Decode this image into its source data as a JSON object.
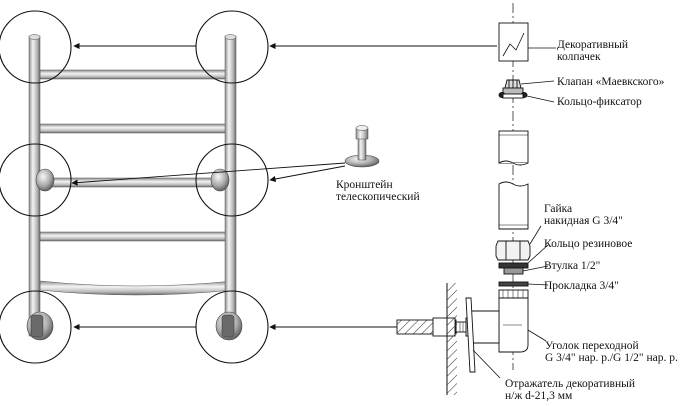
{
  "labels": {
    "cap": [
      "Декоративный",
      "колпачек"
    ],
    "valve": "Клапан «Маевкского»",
    "lock_ring": "Кольцо-фиксатор",
    "bracket": [
      "Кронштейн",
      "телескопический"
    ],
    "nut": [
      "Гайка",
      "накидная G 3/4\""
    ],
    "rubber_ring": "Кольцо резиновое",
    "sleeve": "Втулка 1/2\"",
    "gasket": "Прокладка 3/4\"",
    "elbow": [
      "Уголок переходной",
      "G 3/4\" нар. р./G 1/2\" нар. р."
    ],
    "reflector": [
      "Отражатель декоративный",
      "н/ж d-21,3 мм"
    ]
  },
  "colors": {
    "line": "#111111",
    "metal_light": "#f2f2f2",
    "metal_dark": "#8c8c8c",
    "hatch": "#333333"
  },
  "icons": {
    "arrow": "arrow-left",
    "bracket_part": "telescopic-bracket-icon"
  }
}
